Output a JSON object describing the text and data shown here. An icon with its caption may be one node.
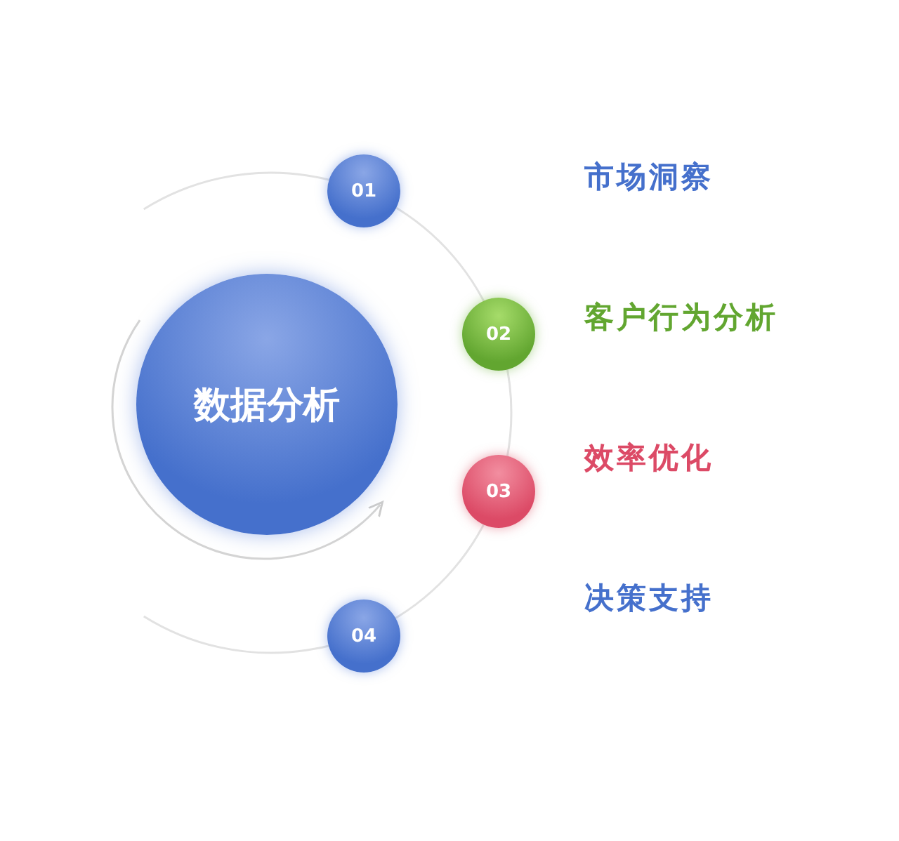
{
  "diagram": {
    "nodes": [
      {
        "text": [
          "数据分析"
        ]
      },
      {
        "text": [
          "01"
        ]
      },
      {
        "text": [
          "02"
        ]
      },
      {
        "text": [
          "03"
        ]
      },
      {
        "text": [
          "04"
        ]
      }
    ],
    "labels": [
      "市场洞察",
      "客户行为分析",
      "效率优化",
      "决策支持"
    ]
  }
}
